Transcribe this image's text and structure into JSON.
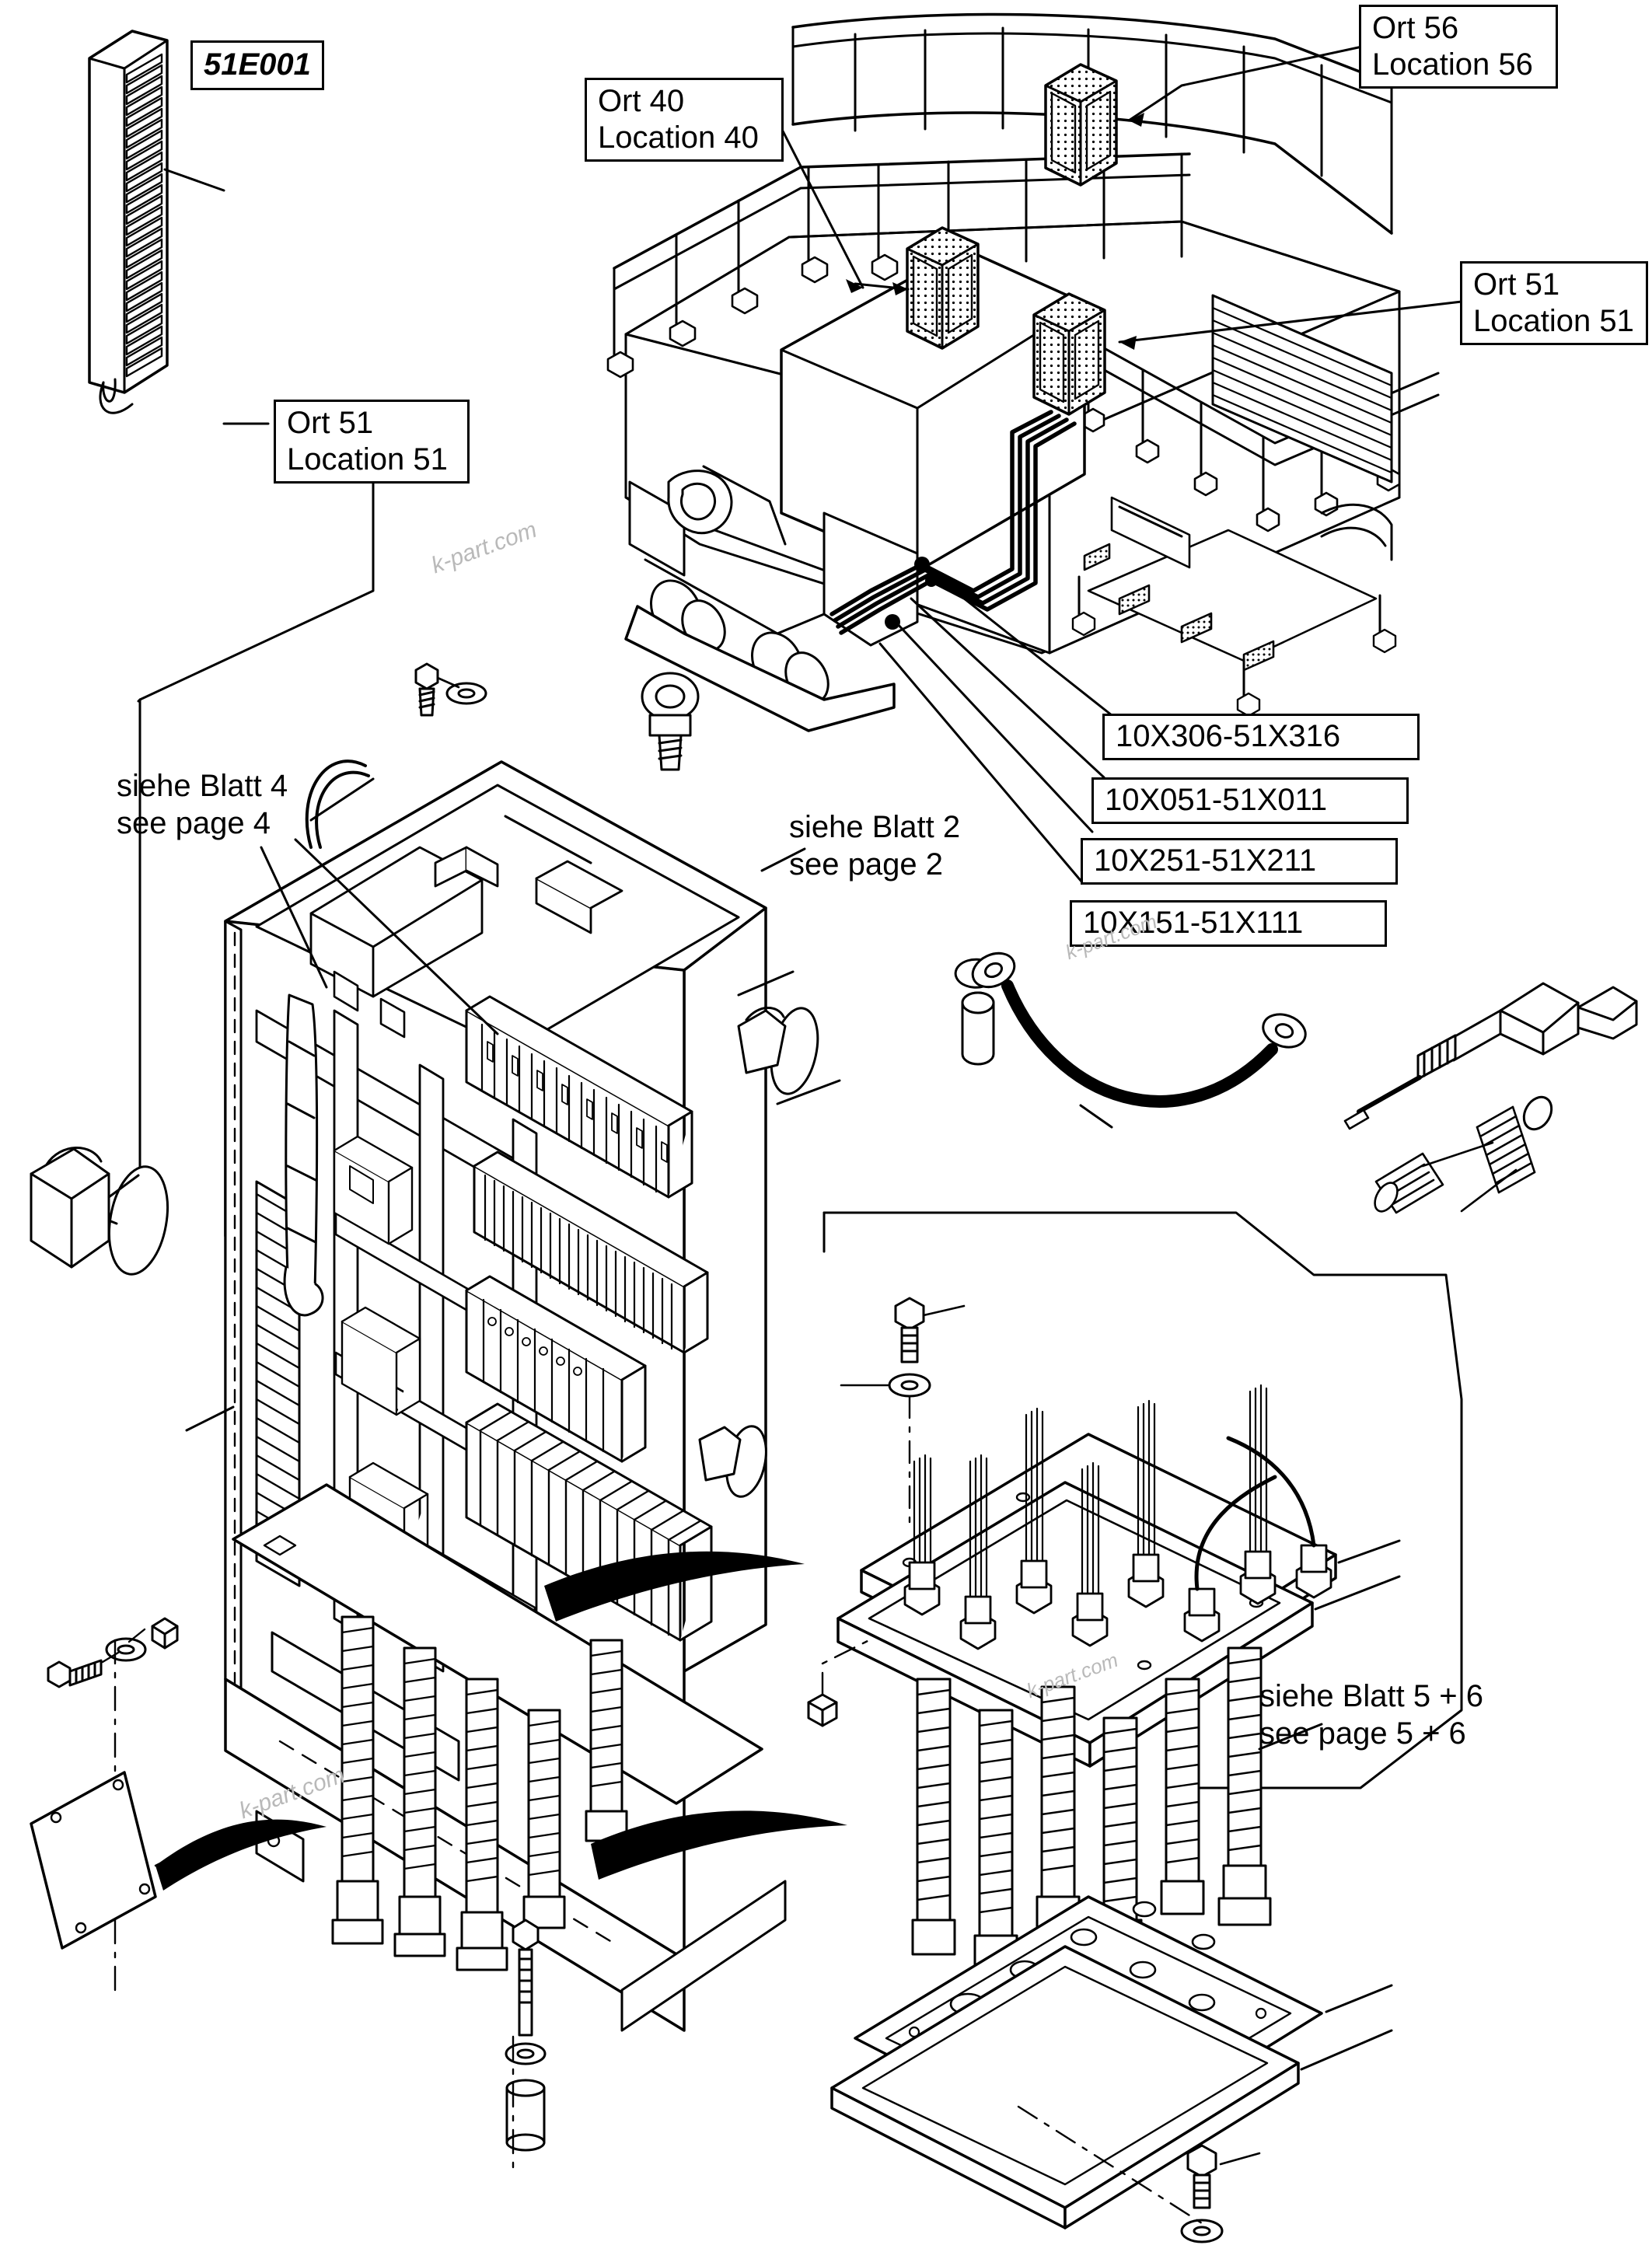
{
  "document": {
    "type": "technical-exploded-parts-diagram",
    "watermark_text": "k-part.com"
  },
  "part_tag": {
    "id": "51E001"
  },
  "location_labels": [
    {
      "key": "ort40",
      "line1": "Ort 40",
      "line2": "Location 40"
    },
    {
      "key": "ort56",
      "line1": "Ort 56",
      "line2": "Location 56"
    },
    {
      "key": "ort51r",
      "line1": "Ort 51",
      "line2": "Location 51"
    },
    {
      "key": "ort51l",
      "line1": "Ort 51",
      "line2": "Location 51"
    }
  ],
  "cable_labels": [
    {
      "key": "c1",
      "text": "10X306-51X316"
    },
    {
      "key": "c2",
      "text": "10X051-51X011"
    },
    {
      "key": "c3",
      "text": "10X251-51X211"
    },
    {
      "key": "c4",
      "text": "10X151-51X111"
    }
  ],
  "page_refs": [
    {
      "key": "p4",
      "line1": "siehe Blatt 4",
      "line2": "see page 4"
    },
    {
      "key": "p2",
      "line1": "siehe Blatt 2",
      "line2": "see page 2"
    },
    {
      "key": "p56",
      "line1": "siehe Blatt 5 + 6",
      "line2": "see page 5 + 6"
    }
  ],
  "watermarks": [
    {
      "key": "wm1",
      "text": "k-part.com"
    },
    {
      "key": "wm2",
      "text": "k-part.com"
    }
  ],
  "colors": {
    "line": "#000000",
    "background": "#ffffff",
    "watermark": "#b9b9b9",
    "hatch": "#000000"
  }
}
